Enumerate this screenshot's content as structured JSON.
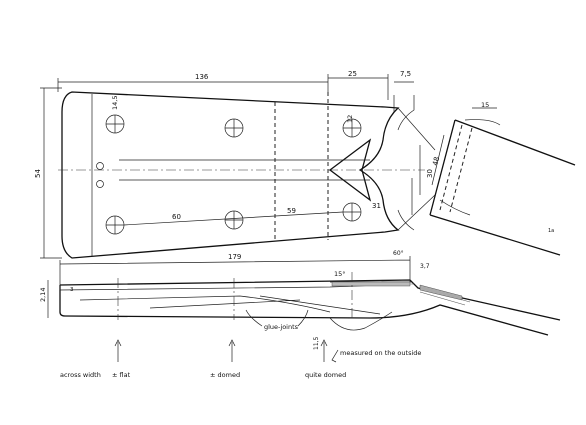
{
  "dimensions": {
    "top_length": "136",
    "top_headstock": "25",
    "top_offset": "7,5",
    "height": "54",
    "hole_dia_top": "14,5",
    "hole_dia_right": "12",
    "width_60": "60",
    "width_59": "59",
    "width_31": "31",
    "width_30": "30",
    "side_length": "179",
    "side_angle": "15°",
    "side_small": "3,7",
    "side_angle_right": "60°",
    "side_thickness": "2,14",
    "side_thin": "3",
    "side_arrow_small": "11,5",
    "detail_48": "48",
    "detail_15": "15",
    "corner_note": "1a"
  },
  "annotations": {
    "glue_joints": "glue-joints",
    "measured_outside": "measured on the outside",
    "across_width": "across width",
    "flat": "± flat",
    "domed": "± domed",
    "quite_domed": "quite domed"
  }
}
